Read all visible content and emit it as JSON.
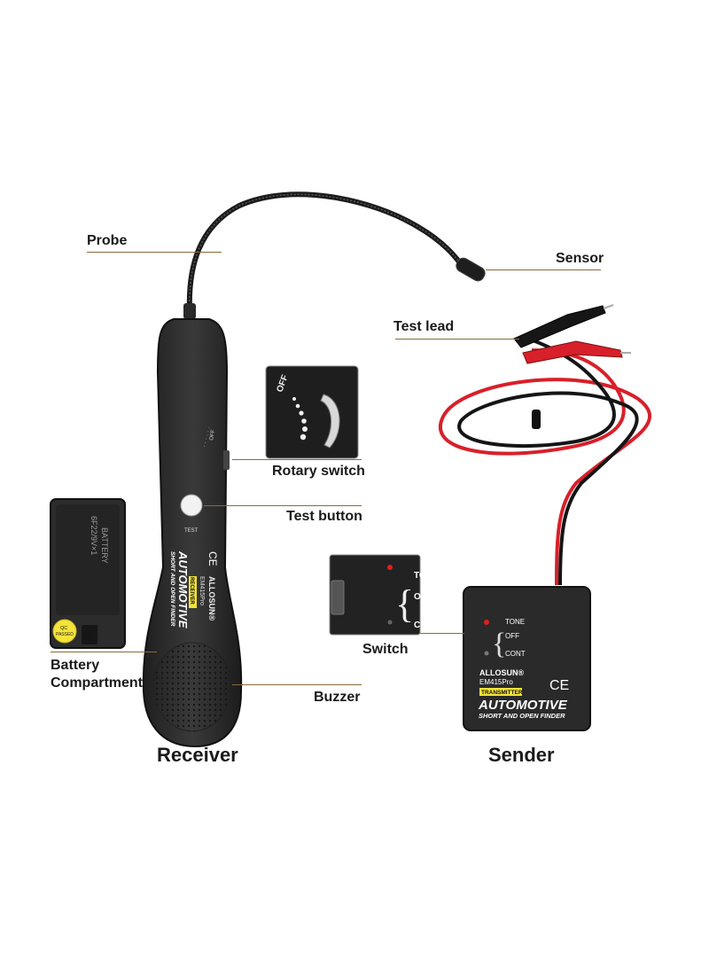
{
  "labels": {
    "probe": "Probe",
    "sensor": "Sensor",
    "test_lead": "Test lead",
    "rotary_switch": "Rotary switch",
    "test_button": "Test button",
    "switch": "Switch",
    "battery_line1": "Battery",
    "battery_line2": "Compartment",
    "buzzer": "Buzzer",
    "receiver": "Receiver",
    "sender": "Sender"
  },
  "receiver_device": {
    "brand": "ALLOSUN®",
    "model": "EM415Pro",
    "badge": "RECEIVER",
    "title": "AUTOMOTIVE",
    "subtitle": "SHORT AND OPEN FINDER",
    "ce_mark": "CE",
    "off_label": "OFF",
    "test_icon_label": "TEST"
  },
  "battery_cover": {
    "line1": "BATTERY",
    "line2": "6F22/9V×1",
    "qc_line1": "QC",
    "qc_line2": "PASSED"
  },
  "rotary_inset": {
    "off_label": "OFF"
  },
  "switch_inset": {
    "tone": "TONE",
    "off": "OFF",
    "cont": "CONT"
  },
  "sender_device": {
    "tone": "TONE",
    "off": "OFF",
    "cont": "CONT",
    "brand": "ALLOSUN®",
    "model": "EM415Pro",
    "badge": "TRANSMITTER",
    "title": "AUTOMOTIVE",
    "subtitle": "SHORT AND OPEN FINDER",
    "ce_mark": "CE"
  },
  "colors": {
    "leader_line": "#8a6a3c",
    "device_body": "#2b2b2b",
    "lead_red": "#d8202a",
    "lead_black": "#151515",
    "badge_yellow": "#f3e33a",
    "led_red": "#e0201c"
  },
  "icons": [
    "speaker-grille-icon",
    "led-indicator-icon",
    "ce-mark-icon",
    "alligator-clip-icon"
  ]
}
